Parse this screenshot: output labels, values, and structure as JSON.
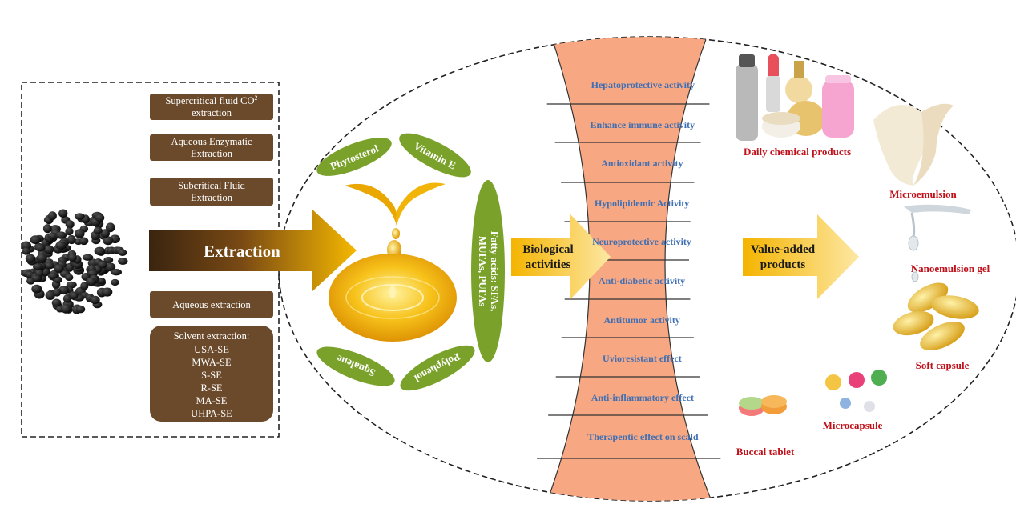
{
  "extraction_methods_top": [
    {
      "line1": "Supercritical fluid CO",
      "sup": "2",
      "line2": "extraction"
    },
    {
      "line1": "Aqueous Enzymatic",
      "sup": "",
      "line2": "Extraction"
    },
    {
      "line1": "Subcritical Fluid",
      "sup": "",
      "line2": "Extraction"
    }
  ],
  "extraction_label": "Extraction",
  "aqueous_extraction": "Aqueous extraction",
  "solvent_extraction": {
    "title": "Solvent extraction:",
    "items": [
      "USA-SE",
      "MWA-SE",
      "S-SE",
      "R-SE",
      "MA-SE",
      "UHPA-SE"
    ]
  },
  "components": {
    "phytosterol": "Phytosterol",
    "vitamin_e": "Vitamin E",
    "fatty_acids_line1": "Fatty acids: SFAs,",
    "fatty_acids_line2": "MUFAs, PUFAs",
    "polyphenol": "Polyphenol",
    "squalene": "Squalene"
  },
  "biological_label": {
    "line1": "Biological",
    "line2": "activities"
  },
  "activities": [
    "Hepatoprotective activity",
    "Enhance immune activity",
    "Antioxidant activity",
    "Hypolipidemic Activity",
    "Neuroprotective activity",
    "Anti-diabetic activity",
    "Antitumor activity",
    "Uvioresistant effect",
    "Anti-inflammatory effect",
    "Therapentic effect on scald"
  ],
  "value_added_label": {
    "line1": "Value-added",
    "line2": "products"
  },
  "products": {
    "daily_chemical": "Daily chemical products",
    "microemulsion": "Microemulsion",
    "nanoemulsion_gel": "Nanoemulsion gel",
    "soft_capsule": "Soft capsule",
    "microcapsule": "Microcapsule",
    "buccal_tablet": "Buccal tablet"
  },
  "colors": {
    "method_box": "#6b4a2b",
    "activity_band": "#f7a882",
    "activity_text": "#3f6fb5",
    "leaf": "#7aa22b",
    "product_text": "#c0101a",
    "arrow_gold": "#f2b800"
  }
}
